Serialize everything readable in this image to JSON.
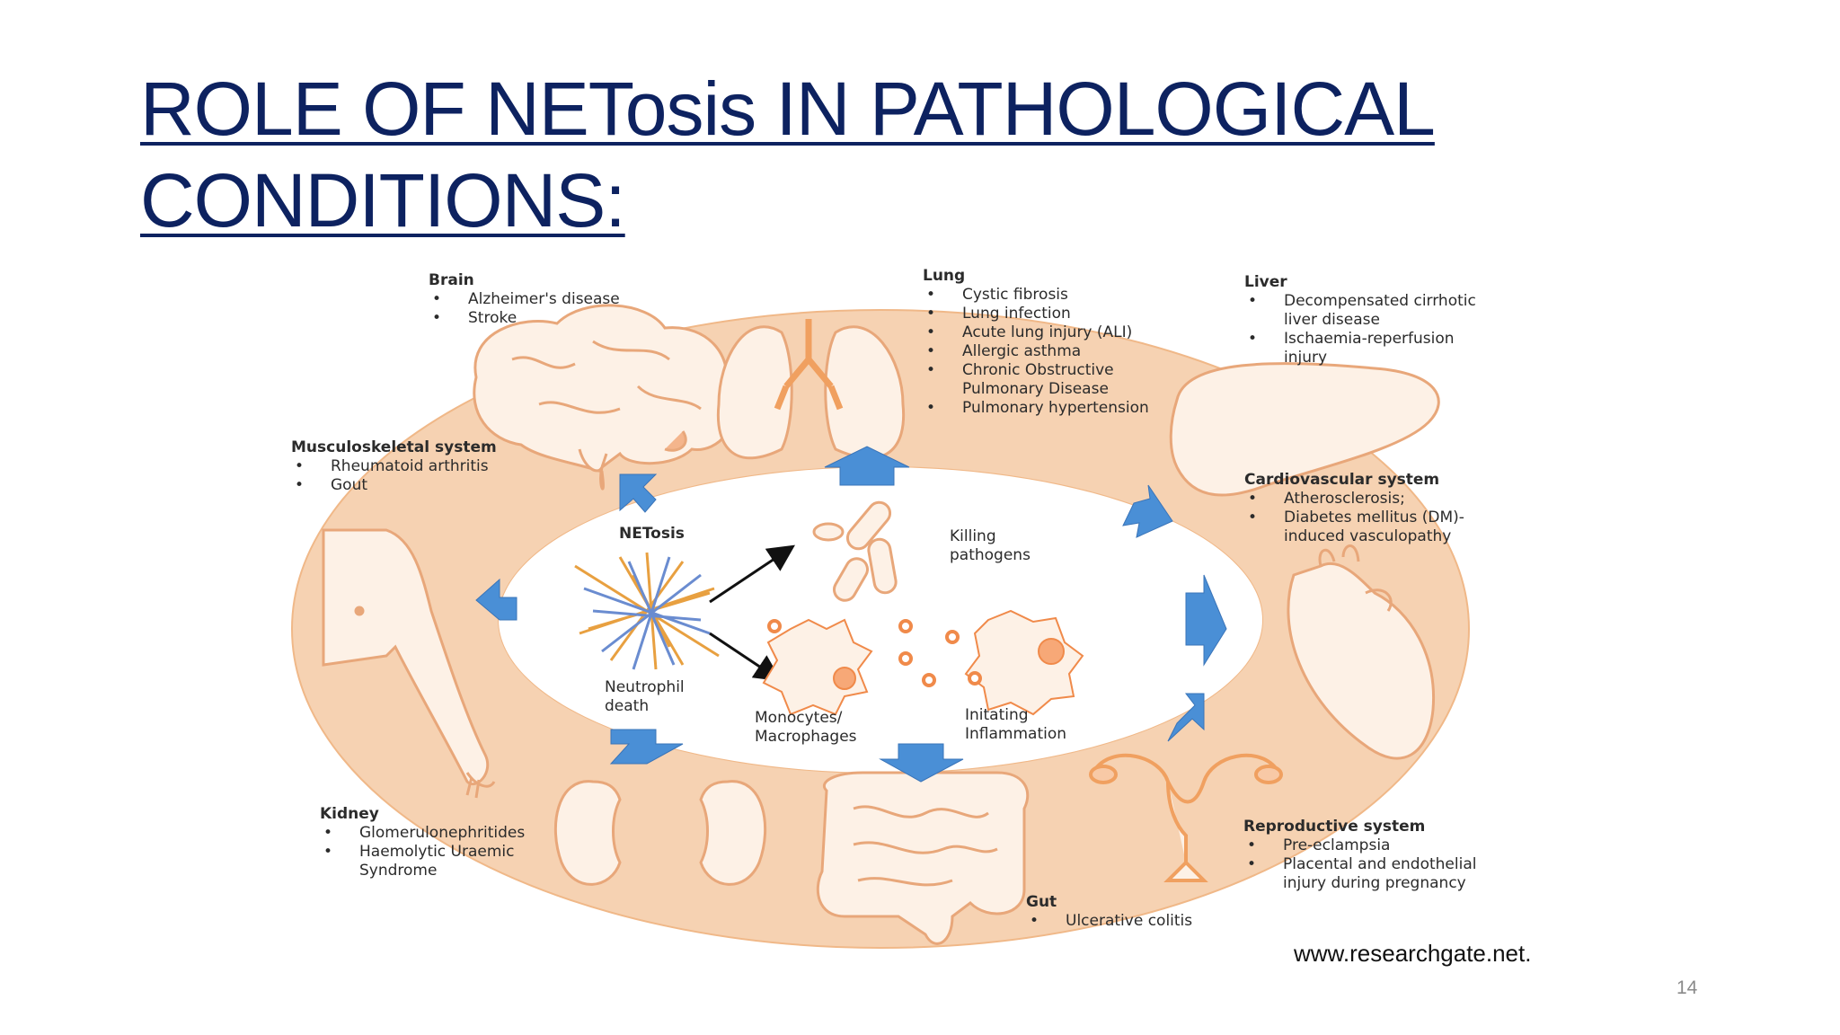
{
  "title": {
    "line1": "ROLE OF NETosis IN PATHOLOGICAL",
    "line2": "CONDITIONS:"
  },
  "colors": {
    "title": "#0d2260",
    "ring": "#f6d2b2",
    "ring_edge": "#f0b888",
    "organ_fill": "#fdf1e6",
    "organ_stroke": "#e8a77a",
    "arrow": "#4a8fd6",
    "cell": "#f08a4a"
  },
  "organs": {
    "brain": {
      "head": "Brain",
      "items": [
        "Alzheimer's disease",
        "Stroke"
      ]
    },
    "lung": {
      "head": "Lung",
      "items": [
        "Cystic fibrosis",
        "Lung infection",
        "Acute lung injury (ALI)",
        "Allergic asthma",
        "Chronic Obstructive Pulmonary Disease",
        "Pulmonary hypertension"
      ]
    },
    "liver": {
      "head": "Liver",
      "items": [
        "Decompensated cirrhotic liver disease",
        "Ischaemia-reperfusion injury"
      ]
    },
    "musculoskeletal": {
      "head": "Musculoskeletal system",
      "items": [
        "Rheumatoid arthritis",
        "Gout"
      ]
    },
    "cardiovascular": {
      "head": "Cardiovascular system",
      "items": [
        "Atherosclerosis;",
        "Diabetes mellitus (DM)-induced vasculopathy"
      ]
    },
    "kidney": {
      "head": "Kidney",
      "items": [
        "Glomerulonephritides",
        "Haemolytic Uraemic Syndrome"
      ]
    },
    "reproductive": {
      "head": "Reproductive system",
      "items": [
        "Pre-eclampsia",
        "Placental and endothelial injury during pregnancy"
      ]
    },
    "gut": {
      "head": "Gut",
      "items": [
        "Ulcerative colitis"
      ]
    }
  },
  "center": {
    "netosis": "NETosis",
    "killing_line1": "Killing",
    "killing_line2": "pathogens",
    "neutrophil_line1": "Neutrophil",
    "neutrophil_line2": "death",
    "monocytes_line1": "Monocytes/",
    "monocytes_line2": "Macrophages",
    "inflammation_line1": "Initating",
    "inflammation_line2": "Inflammation"
  },
  "source": "www.researchgate.net.",
  "page_number": "14"
}
